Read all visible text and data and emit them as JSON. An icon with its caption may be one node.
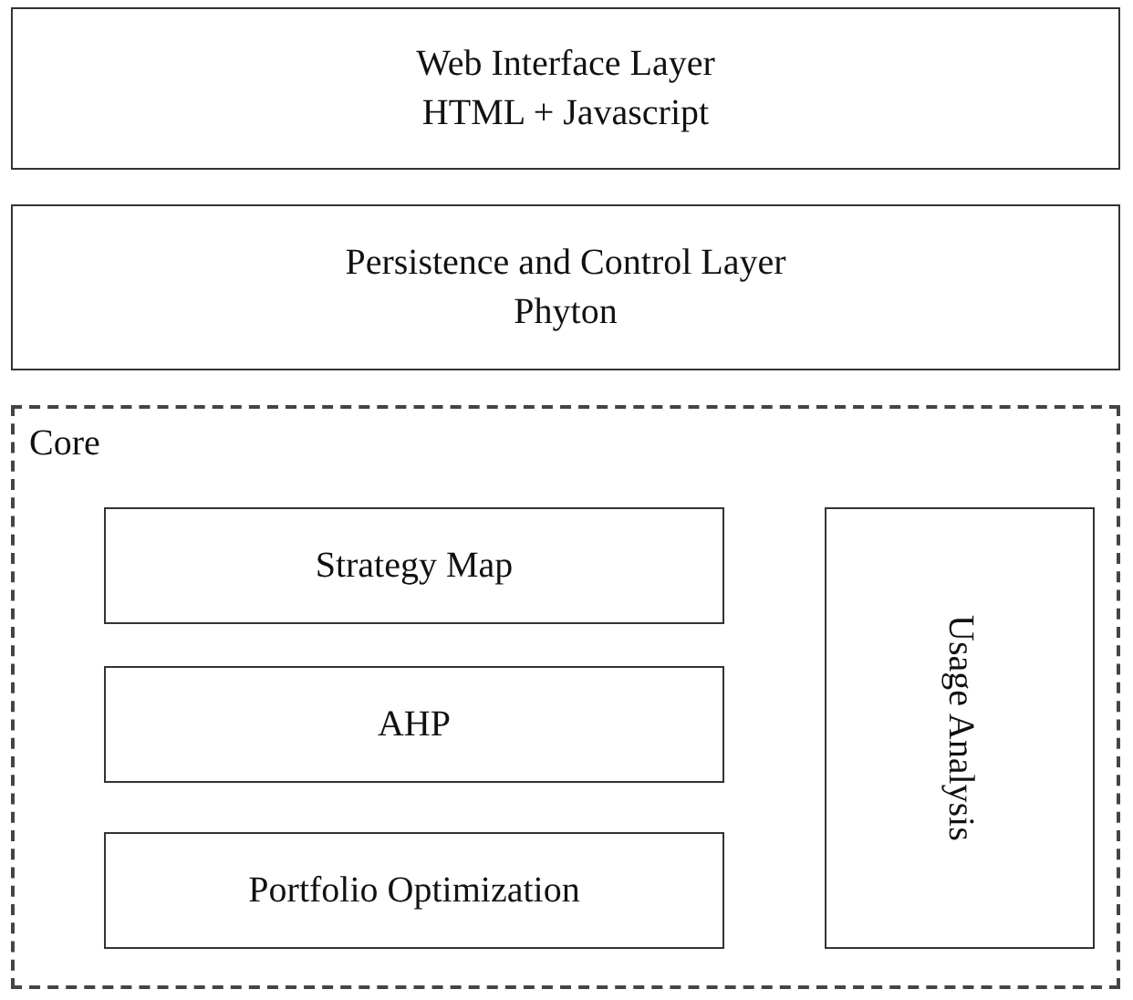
{
  "diagram": {
    "nodes": [
      {
        "text": [
          "Web Interface Layer",
          "HTML + Javascript"
        ]
      },
      {
        "text": [
          "Persistence and Control Layer",
          "Phyton"
        ]
      },
      {
        "text": [
          "Core"
        ]
      },
      {
        "text": [
          "Strategy Map"
        ],
        "in": 2
      },
      {
        "text": [
          "AHP"
        ],
        "in": 2
      },
      {
        "text": [
          "Portfolio Optimization"
        ],
        "in": 2
      },
      {
        "text": [
          "Usage Analysis"
        ],
        "in": 2
      }
    ]
  }
}
